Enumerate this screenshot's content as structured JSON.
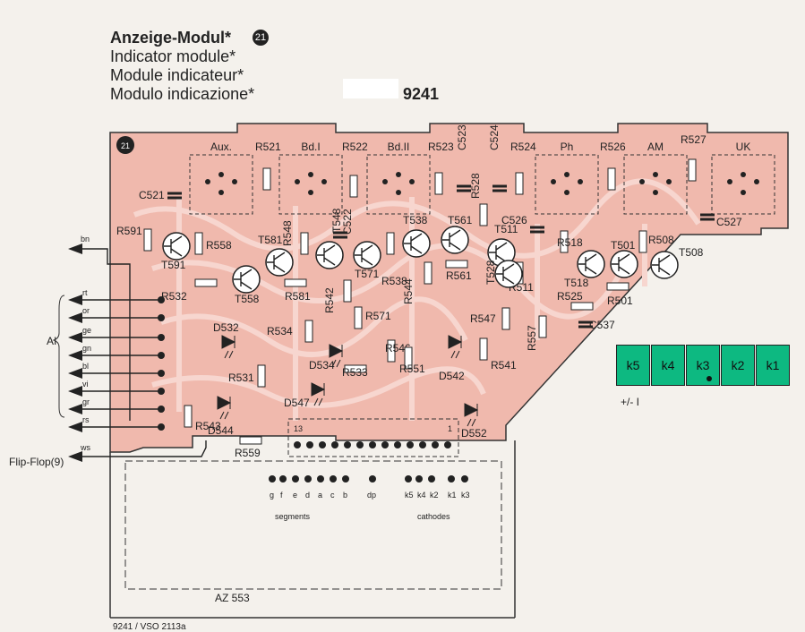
{
  "header": {
    "line1": "Anzeige-Modul*",
    "badge": "21",
    "line2": "Indicator module*",
    "line3": "Module indicateur*",
    "line4": "Modulo indicazione*",
    "part_no": "9241"
  },
  "board": {
    "badge": "21",
    "switches": [
      "Aux.",
      "Bd.I",
      "Bd.II",
      "Ph",
      "AM",
      "UK"
    ],
    "resistors": [
      "R521",
      "R522",
      "R523",
      "R524",
      "R526",
      "R527",
      "R528",
      "R591",
      "R558",
      "R548",
      "R532",
      "R581",
      "R542",
      "R571",
      "R534",
      "R538",
      "R544",
      "R561",
      "R511",
      "R518",
      "R508",
      "R501",
      "R525",
      "R546",
      "R551",
      "R533",
      "R547",
      "R541",
      "R557",
      "R531",
      "R543",
      "R559"
    ],
    "capacitors": [
      "C521",
      "C522",
      "C523",
      "C524",
      "C526",
      "C527",
      "C537"
    ],
    "transistors": [
      "T591",
      "T581",
      "T548",
      "T558",
      "T571",
      "T538",
      "T561",
      "T511",
      "T528",
      "T501",
      "T508",
      "T518"
    ],
    "diodes": [
      "D532",
      "D534",
      "D547",
      "D542",
      "D552",
      "D544"
    ],
    "connector_pins": [
      "13",
      "1"
    ],
    "module_label": "AZ 553",
    "footer": "9241 / VSO 2113a"
  },
  "wires": {
    "top": "bn",
    "group": [
      "rt",
      "or",
      "ge",
      "gn",
      "bl",
      "vi",
      "gr",
      "rs"
    ],
    "group_label": "AI",
    "bottom": "ws",
    "bottom_label": "Flip-Flop(9)"
  },
  "pinout": {
    "segments": [
      "g",
      "f",
      "e",
      "d",
      "a",
      "c",
      "b"
    ],
    "dp": "dp",
    "cathodes": [
      "k5",
      "k4",
      "k2",
      "k1",
      "k3"
    ],
    "segments_label": "segments",
    "cathodes_label": "cathodes"
  },
  "digits": {
    "boxes": [
      "k5",
      "k4",
      "k3",
      "k2",
      "k1"
    ],
    "dot_under": "k3",
    "caption": "+/- I"
  },
  "colors": {
    "board": "#f0b9ad",
    "trace": "#f7d6cf",
    "digit_box": "#0db981"
  }
}
